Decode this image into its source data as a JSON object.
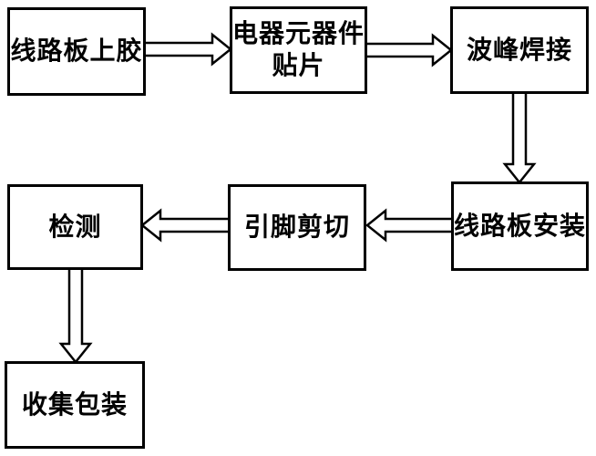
{
  "diagram": {
    "title": "circuit-board-assembly-process-flowchart",
    "colors": {
      "background": "#ffffff",
      "line": "#000000",
      "box_fill": "#ffffff",
      "arrow_fill": "#ffffff"
    },
    "nodes": [
      {
        "id": "board-gluing",
        "label": "线路板上胶",
        "lines": [
          "线路板上胶"
        ]
      },
      {
        "id": "component-mounting",
        "label": "电器元器件贴片",
        "lines": [
          "电器元器件",
          "贴片"
        ]
      },
      {
        "id": "wave-soldering",
        "label": "波峰焊接",
        "lines": [
          "波峰焊接"
        ]
      },
      {
        "id": "board-installation",
        "label": "线路板安装",
        "lines": [
          "线路板安装"
        ]
      },
      {
        "id": "pin-cutting",
        "label": "引脚剪切",
        "lines": [
          "引脚剪切"
        ]
      },
      {
        "id": "inspection",
        "label": "检测",
        "lines": [
          "检测"
        ]
      },
      {
        "id": "collect-packaging",
        "label": "收集包装",
        "lines": [
          "收集包装"
        ]
      }
    ],
    "edges": [
      {
        "from": "线路板上胶",
        "to": "电器元器件贴片",
        "direction": "right"
      },
      {
        "from": "电器元器件贴片",
        "to": "波峰焊接",
        "direction": "right"
      },
      {
        "from": "波峰焊接",
        "to": "线路板安装",
        "direction": "down"
      },
      {
        "from": "线路板安装",
        "to": "引脚剪切",
        "direction": "left"
      },
      {
        "from": "引脚剪切",
        "to": "检测",
        "direction": "left"
      },
      {
        "from": "检测",
        "to": "收集包装",
        "direction": "down"
      }
    ]
  }
}
